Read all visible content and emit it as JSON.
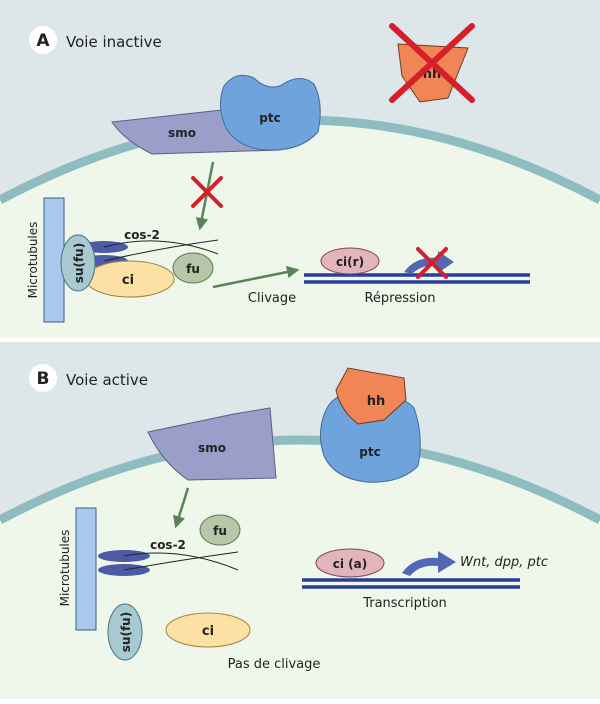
{
  "panel_a": {
    "letter": "A",
    "title": "Voie inactive",
    "labels": {
      "smo": "smo",
      "ptc": "ptc",
      "hh": "hh",
      "cos2": "cos-2",
      "sufu": "su(fu)",
      "ci": "ci",
      "fu": "fu",
      "microtubules": "Microtubules",
      "ci_r": "ci(r)",
      "clivage": "Clivage",
      "repression": "Répression"
    }
  },
  "panel_b": {
    "letter": "B",
    "title": "Voie active",
    "labels": {
      "smo": "smo",
      "ptc": "ptc",
      "hh": "hh",
      "cos2": "cos-2",
      "sufu": "su(fu)",
      "ci": "ci",
      "fu": "fu",
      "microtubules": "Microtubules",
      "ci_a": "ci (a)",
      "targets": "Wnt, dpp, ptc",
      "transcription": "Transcription",
      "pas_de_clivage": "Pas de clivage"
    }
  },
  "colors": {
    "extracellular": "#dde6e8",
    "cytoplasm": "#eef7ea",
    "membrane": "#8fbcc1",
    "smo": "#9a9fca",
    "ptc": "#6ea3dc",
    "hh": "#f08655",
    "ci": "#fde1a4",
    "sufu": "#a8c9d2",
    "fu": "#b5c7a8",
    "cos2": "#4d5aa5",
    "ci_nuclear": "#e4b4bc",
    "microtubules": "#a9c9ec",
    "cross": "#d51f2a",
    "green_arrow": "#5d8258",
    "blue_arrow": "#5268b5",
    "dna": "#2a3e98"
  }
}
